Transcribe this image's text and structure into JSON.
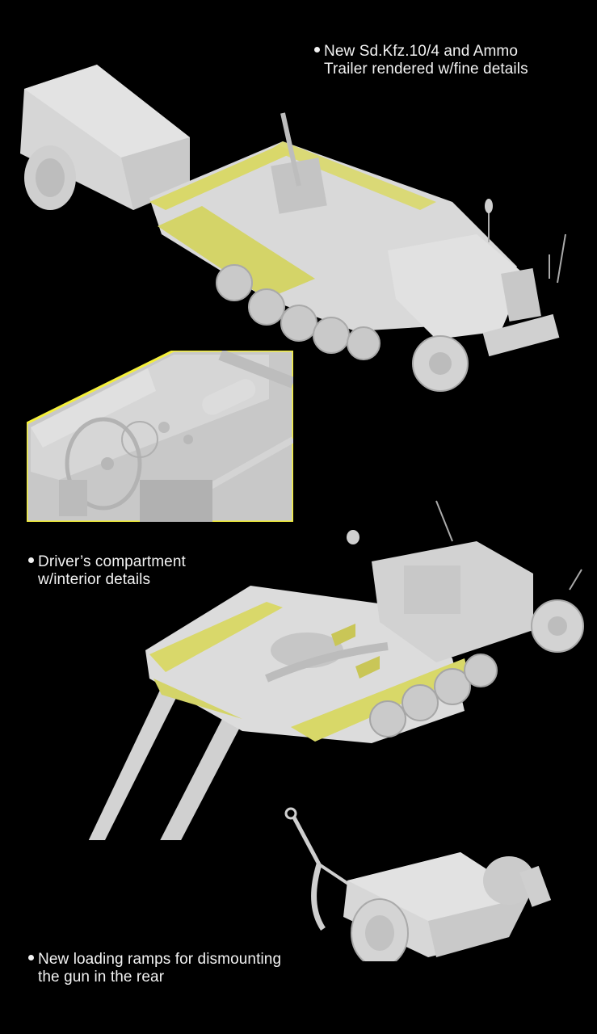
{
  "colors": {
    "background": "#000000",
    "model_grey": "#d9d9d9",
    "model_shadow": "#a9a9a9",
    "photo_etch": "#d9d86a",
    "inset_border": "#f4f03a",
    "text": "#f2f2f2"
  },
  "callouts": [
    {
      "line1": "New Sd.Kfz.10/4 and Ammo",
      "line2": "Trailer rendered w/fine details"
    },
    {
      "line1": "Driver’s compartment",
      "line2": "w/interior details"
    },
    {
      "line1": "New loading ramps for dismounting",
      "line2": "the gun in the rear"
    }
  ],
  "renders": [
    {
      "name": "halftrack-with-trailer-top-view",
      "subject": "Sd.Kfz.10/4 half-track towing ammo trailer"
    },
    {
      "name": "driver-compartment-inset",
      "subject": "Driver's compartment interior close-up"
    },
    {
      "name": "halftrack-rear-view-with-ramps",
      "subject": "Sd.Kfz.10/4 rear with loading ramps deployed"
    },
    {
      "name": "ammo-trailer-rear-view",
      "subject": "Ammo trailer"
    }
  ]
}
